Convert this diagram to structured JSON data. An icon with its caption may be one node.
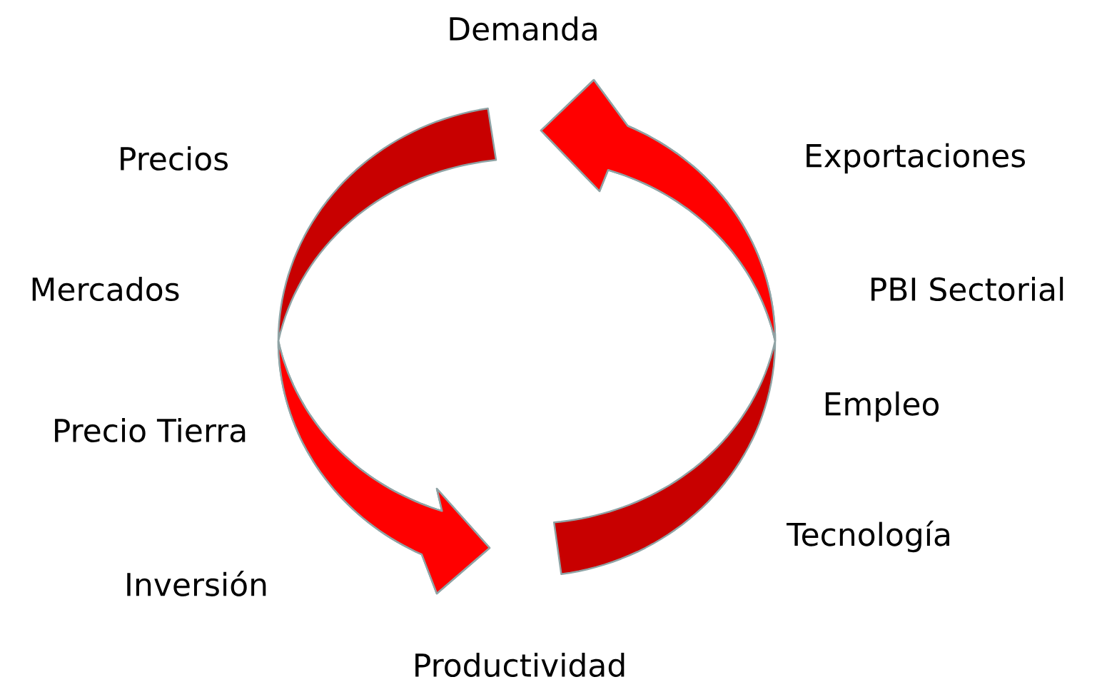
{
  "diagram": {
    "nodes": [
      {
        "text": [
          "Demanda"
        ]
      },
      {
        "text": [
          "Productividad"
        ]
      }
    ],
    "edges": [
      {
        "from": 0,
        "to": 1,
        "arrow": "to"
      },
      {
        "from": 1,
        "to": 0,
        "arrow": "to"
      }
    ],
    "labels": [
      "Precios",
      "Exportaciones",
      "Mercados",
      "PBI Sectorial",
      "Empleo",
      "Precio Tierra",
      "Tecnología",
      "Inversión"
    ]
  }
}
